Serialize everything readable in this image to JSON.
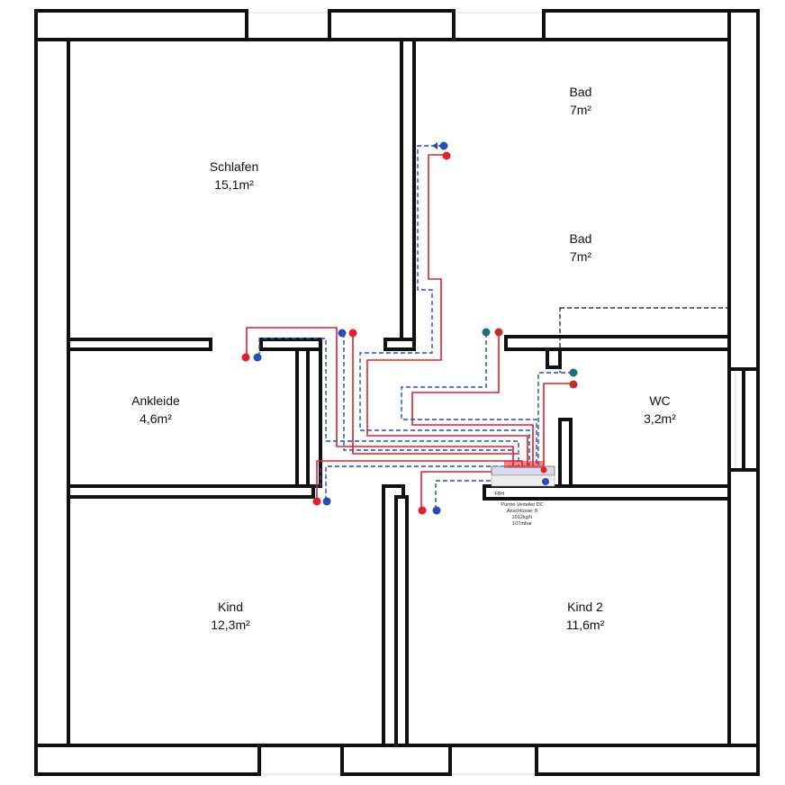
{
  "rooms": {
    "schlafen": {
      "name": "Schlafen",
      "area": "15,1m²"
    },
    "bad_top": {
      "name": "Bad",
      "area": "7m²"
    },
    "bad_mid": {
      "name": "Bad",
      "area": "7m²"
    },
    "ankleide": {
      "name": "Ankleide",
      "area": "4,6m²"
    },
    "wc": {
      "name": "WC",
      "area": "3,2m²"
    },
    "kind": {
      "name": "Kind",
      "area": "12,3m²"
    },
    "kind2": {
      "name": "Kind 2",
      "area": "11,6m²"
    }
  },
  "manifold": {
    "tag": "FBH",
    "title": "Purmo Verteiler DC",
    "connections": "Anschlüsse: 8",
    "flow": "1012kg/h",
    "pressure": "107mbar"
  },
  "colors": {
    "wall": "#111111",
    "supply": "#e0202a",
    "return": "#2a4db3",
    "teal": "#1f6e7a"
  }
}
